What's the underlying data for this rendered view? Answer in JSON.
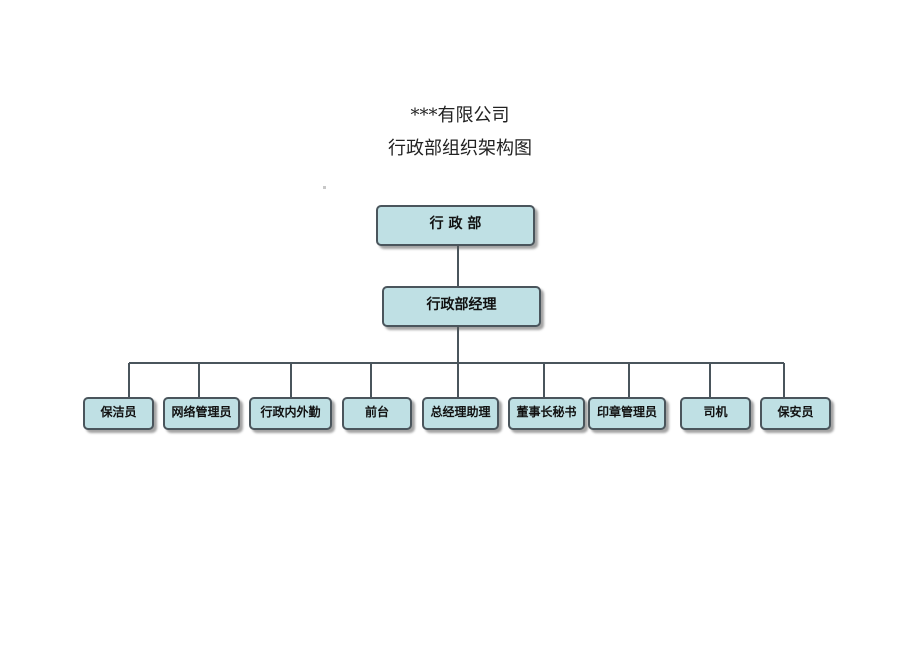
{
  "titles": {
    "company": "***有限公司",
    "chart": "行政部组织架构图"
  },
  "org": {
    "root": "行 政 部",
    "manager": "行政部经理",
    "staff": [
      "保洁员",
      "网络管理员",
      "行政内外勤",
      "前台",
      "总经理助理",
      "董事长秘书",
      "印章管理员",
      "司机",
      "保安员"
    ]
  },
  "colors": {
    "box_fill": "#bfe0e4",
    "box_border": "#4a555c",
    "connector": "#4a555c"
  }
}
